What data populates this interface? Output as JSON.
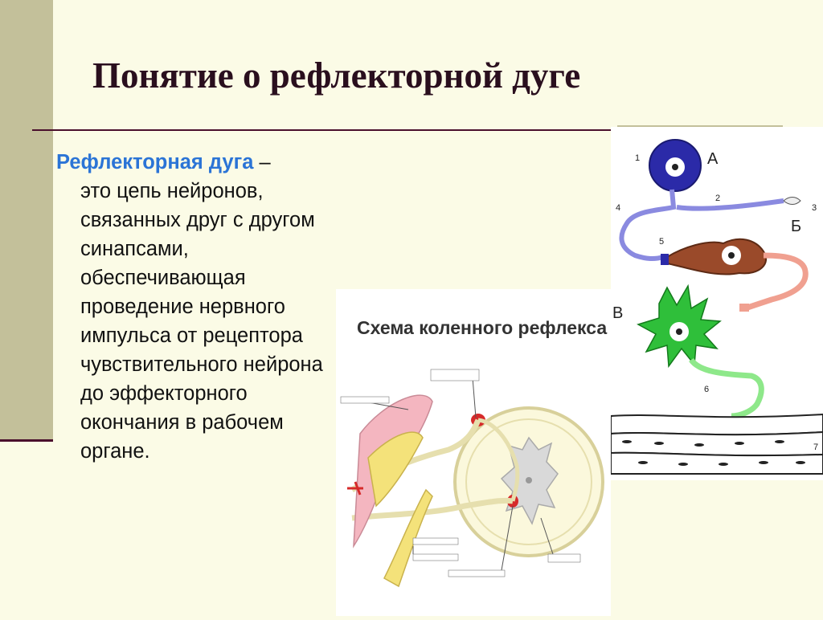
{
  "slide": {
    "title": "Понятие о рефлекторной дуге",
    "definition_term": "Рефлекторная дуга",
    "definition_dash": " –",
    "definition_body": "это цепь нейронов, связанных друг с другом синапсами, обеспечивающая проведение нервного импульса от рецептора чувствительного нейрона до эффекторного окончания в рабочем органе."
  },
  "knee_reflex_figure": {
    "heading": "Схема коленного рефлекса"
  },
  "neuron_figure": {
    "letters": {
      "a": "А",
      "b": "Б",
      "v": "В"
    },
    "numbers": [
      "1",
      "2",
      "3",
      "4",
      "5",
      "6",
      "7"
    ]
  },
  "colors": {
    "background": "#fbfbe6",
    "sidebar": "#c3c09a",
    "rule": "#4a0f2c",
    "term": "#2b74d6",
    "neuron_a": "#2b2aa8",
    "neuron_b": "#9a4a2a",
    "neuron_v": "#2fbf3a"
  }
}
